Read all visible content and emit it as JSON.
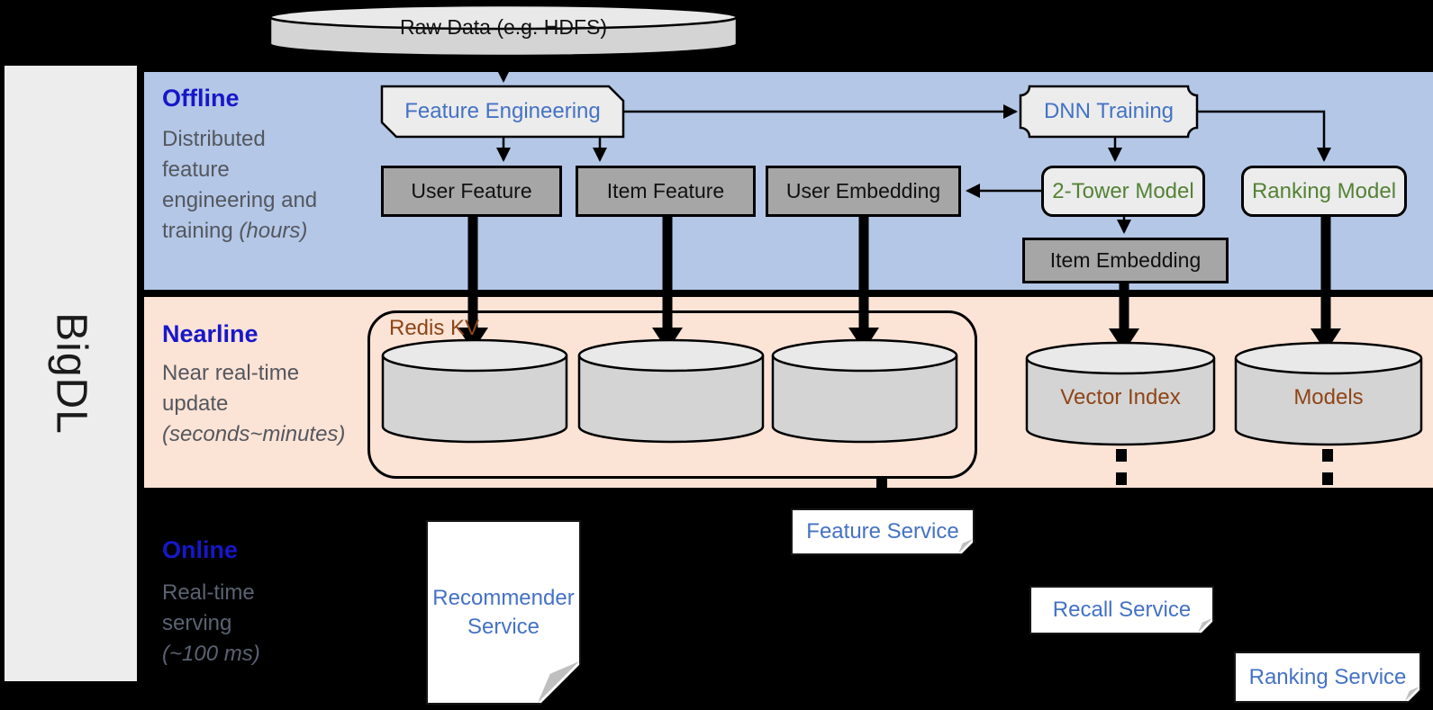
{
  "colors": {
    "band_offline": "#B4C7E7",
    "band_nearline": "#FBE3D6",
    "section_title_blue": "#1717C9",
    "desc_gray": "#54575E",
    "desc_gray_online": "#5A6372",
    "flow_blue": "#4472C4",
    "model_green": "#548235",
    "storage_brown": "#8E4517",
    "box_gray_fill": "#A6A6A6",
    "box_light_fill": "#ECECEC",
    "cylinder_body": "#D4D4D4",
    "cylinder_top": "#E9E9E9",
    "sidebar_fill": "#EDEDED",
    "fold_gray": "#BFBFBF"
  },
  "sidebar": {
    "brand": "BigDL"
  },
  "source": {
    "raw_data": "Raw Data (e.g. HDFS)"
  },
  "sections": {
    "offline": {
      "title": "Offline",
      "description": "Distributed feature engineering and training",
      "latency": "(hours)"
    },
    "nearline": {
      "title": "Nearline",
      "description": "Near real-time update",
      "latency": "(seconds~minutes)"
    },
    "online": {
      "title": "Online",
      "description": "Real-time serving",
      "latency": "(~100 ms)"
    }
  },
  "nodes": {
    "feature_engineering": "Feature Engineering",
    "dnn_training": "DNN Training",
    "user_feature": "User Feature",
    "item_feature": "Item Feature",
    "user_embedding": "User Embedding",
    "two_tower_model": "2-Tower Model",
    "ranking_model": "Ranking Model",
    "item_embedding": "Item Embedding",
    "redis_kv": "Redis KV",
    "vector_index": "Vector Index",
    "models": "Models",
    "recommender_service": "Recommender Service",
    "feature_service": "Feature Service",
    "recall_service": "Recall Service",
    "ranking_service": "Ranking Service"
  }
}
